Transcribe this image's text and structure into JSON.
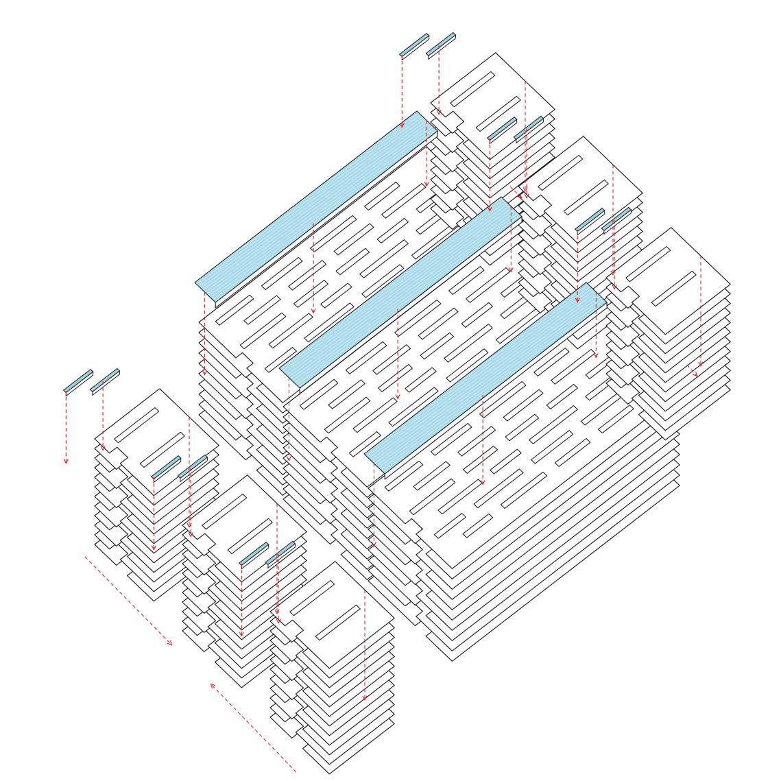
{
  "diagram": {
    "type": "exploded isometric assembly",
    "colors": {
      "line": "#1a1a1a",
      "deck_fill": "#b9e3ee",
      "peg_fill": "#9fd0de",
      "guide_arrow": "#e02020",
      "background": "#ffffff"
    },
    "parts": {
      "large_stacks": 3,
      "small_stacks": 6,
      "decks": 3,
      "pegs": 12,
      "layers_per_large_stack": 10,
      "layers_per_small_stack": 12
    },
    "icons": [
      "down-arrow-icon",
      "diagonal-arrow-icon"
    ]
  }
}
